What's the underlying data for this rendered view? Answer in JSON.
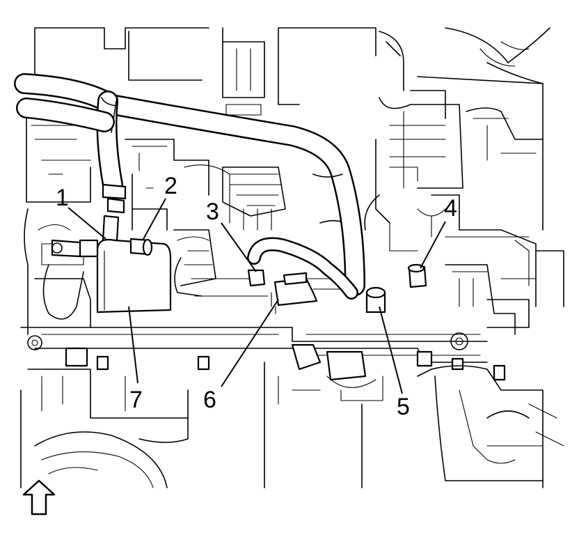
{
  "callouts": [
    {
      "id": "1",
      "label": "1"
    },
    {
      "id": "2",
      "label": "2"
    },
    {
      "id": "3",
      "label": "3"
    },
    {
      "id": "4",
      "label": "4"
    },
    {
      "id": "5",
      "label": "5"
    },
    {
      "id": "6",
      "label": "6"
    },
    {
      "id": "7",
      "label": "7"
    }
  ],
  "orientation_arrow": "up-arrow-icon"
}
